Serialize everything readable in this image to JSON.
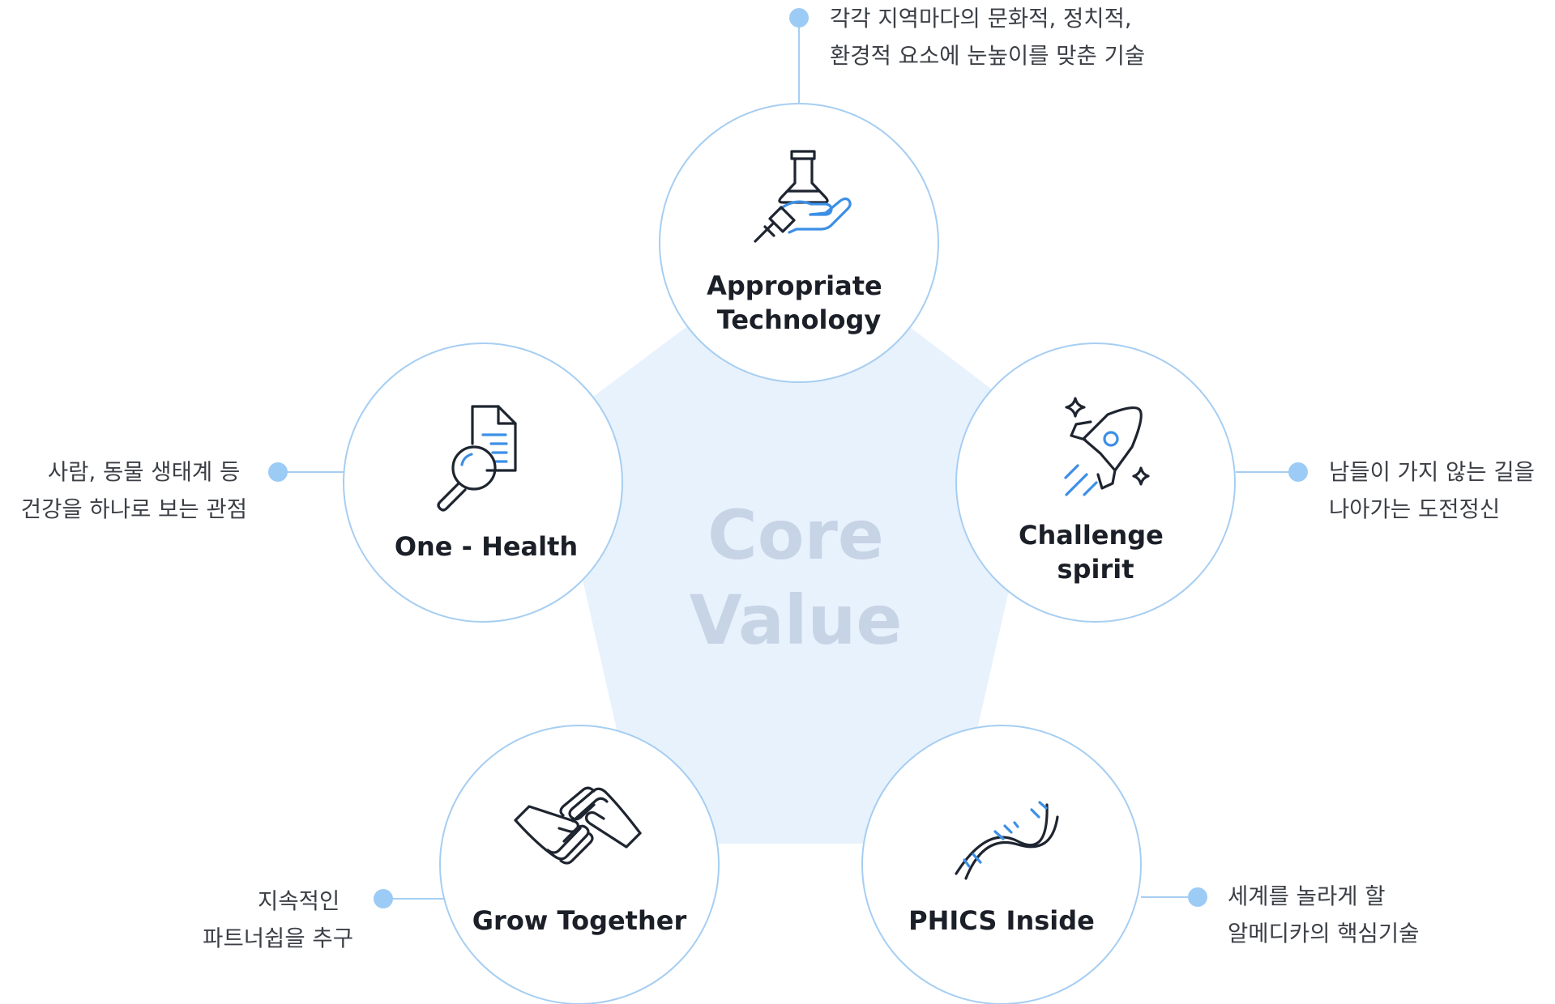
{
  "center": {
    "line1": "Core",
    "line2": "Value"
  },
  "colors": {
    "pentagon_fill": "#e8f2fc",
    "circle_stroke": "#a6cef2",
    "dot": "#9ccbf5",
    "icon_dark": "#1e2530",
    "icon_blue": "#3c8fe6",
    "center_text": "#c7d4e6"
  },
  "nodes": [
    {
      "key": "appropriate-technology",
      "icon": "flask-hand-icon",
      "title": [
        "Appropriate",
        "Technology"
      ],
      "desc": [
        "각각 지역마다의 문화적, 정치적,",
        "환경적 요소에 눈높이를 맞춘 기술"
      ]
    },
    {
      "key": "challenge-spirit",
      "icon": "rocket-icon",
      "title": [
        "Challenge",
        "spirit"
      ],
      "desc": [
        "남들이 가지 않는 길을",
        "나아가는 도전정신"
      ]
    },
    {
      "key": "phics-inside",
      "icon": "dna-icon",
      "title": [
        "PHICS Inside"
      ],
      "desc": [
        "세계를 놀라게 할",
        "알메디카의 핵심기술"
      ]
    },
    {
      "key": "grow-together",
      "icon": "handshake-icon",
      "title": [
        "Grow Together"
      ],
      "desc": [
        "지속적인",
        "파트너쉽을 추구"
      ]
    },
    {
      "key": "one-health",
      "icon": "document-search-icon",
      "title": [
        "One - Health"
      ],
      "desc": [
        "사람, 동물 생태계 등",
        "건강을 하나로 보는 관점"
      ]
    }
  ]
}
